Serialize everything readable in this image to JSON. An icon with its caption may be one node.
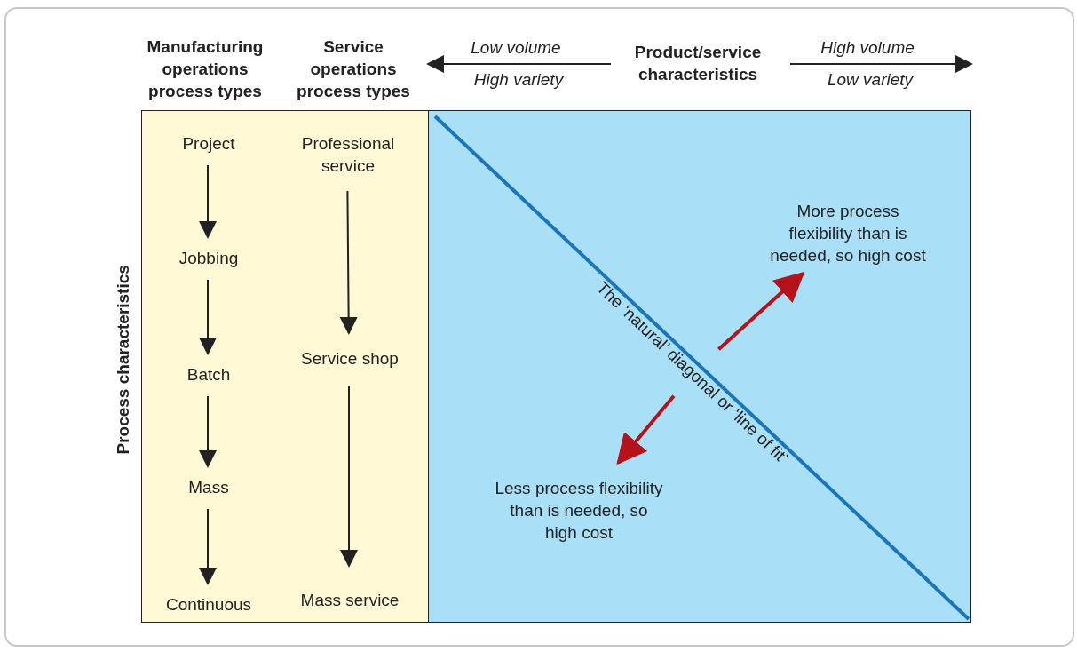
{
  "diagram": {
    "nodes": [
      {
        "text": [],
        "shape": "box"
      },
      {
        "text": [
          "Project"
        ],
        "in": 0
      },
      {
        "text": [
          "Jobbing"
        ],
        "in": 0
      },
      {
        "text": [
          "Batch"
        ],
        "in": 0
      },
      {
        "text": [
          "Mass"
        ],
        "in": 0
      },
      {
        "text": [
          "Continuous"
        ],
        "in": 0
      },
      {
        "text": [
          "Professional service"
        ],
        "in": 0
      },
      {
        "text": [
          "Service shop"
        ],
        "in": 0
      },
      {
        "text": [
          "Mass service"
        ],
        "in": 0
      },
      {
        "text": [],
        "shape": "box"
      },
      {
        "text": [
          "More process flexibility than is needed, so high cost"
        ],
        "in": 9
      },
      {
        "text": [
          "The ‘natural’ diagonal or ‘line of fit’"
        ],
        "in": 9
      },
      {
        "text": [
          "Less process flexibility than is needed, so high cost"
        ],
        "in": 9
      }
    ],
    "edges": [
      {
        "from": 1,
        "to": 2,
        "arrow": "to"
      },
      {
        "from": 2,
        "to": 3,
        "arrow": "to"
      },
      {
        "from": 3,
        "to": 4,
        "arrow": "to"
      },
      {
        "from": 4,
        "to": 5,
        "arrow": "to"
      },
      {
        "from": 6,
        "to": 7,
        "arrow": "to"
      },
      {
        "from": 7,
        "to": 8,
        "arrow": "to"
      },
      {
        "from": 11,
        "to": 10,
        "arrow": "to",
        "style": "thick",
        "color": "#b5121b"
      },
      {
        "from": 11,
        "to": 12,
        "arrow": "to",
        "style": "thick",
        "color": "#b5121b"
      }
    ],
    "labels": [
      "Manufacturing operations process types",
      "Service operations process types",
      "Low volume",
      "High variety",
      "Product/service characteristics",
      "High volume",
      "Low variety",
      "Process characteristics"
    ]
  }
}
